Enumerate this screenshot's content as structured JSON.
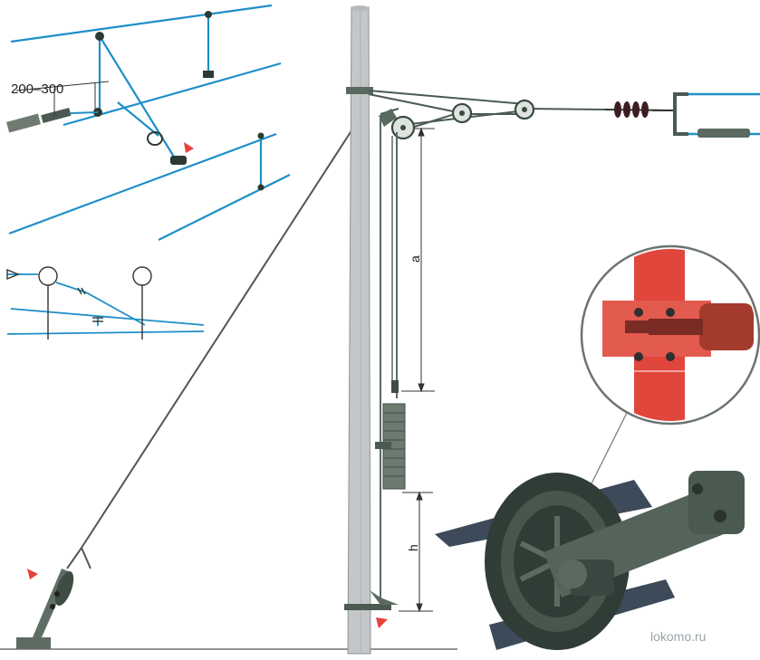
{
  "labels": {
    "offset_dimension": "200–300",
    "dimension_upper": "a",
    "dimension_lower": "h",
    "watermark": "lokomo.ru"
  },
  "colors": {
    "contact_wire": "#1e8fc8",
    "pole": "#c4c7c8",
    "steel": "#4a5a52",
    "dark_steel": "#2b3a33",
    "highlight_arrow": "#e8403a",
    "bearing_section": "#e0463c",
    "wheel": "#3c4a44"
  },
  "icons": [
    "pole",
    "counterweight-stack",
    "pulley",
    "insulator-string",
    "anchor-guy",
    "pulley-section-detail",
    "pulley-wheel"
  ]
}
